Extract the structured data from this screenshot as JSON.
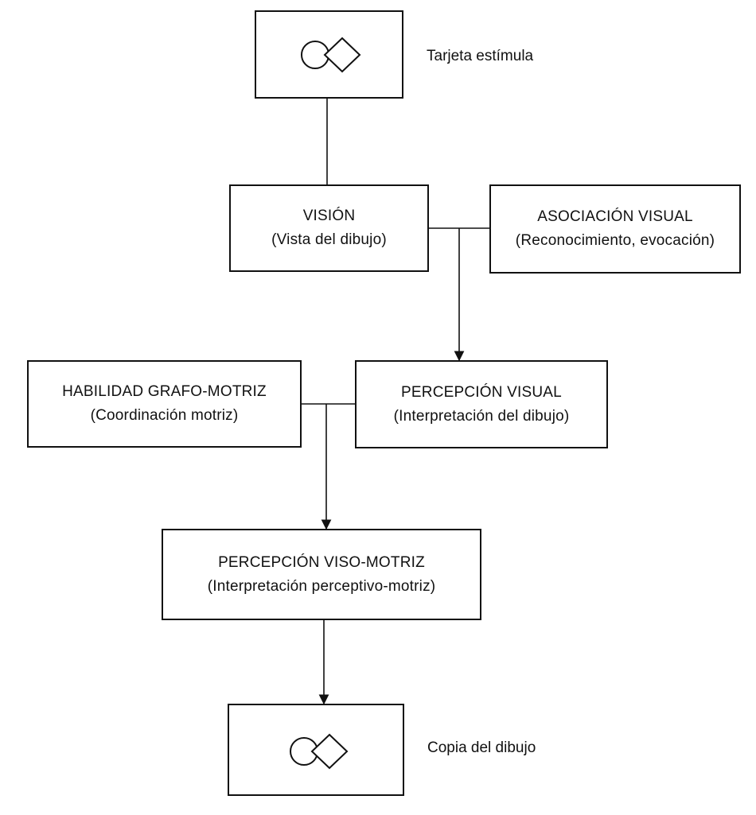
{
  "nodes": {
    "tarjeta": {
      "caption": "Tarjeta estímula"
    },
    "vision": {
      "title": "VISIÓN",
      "subtitle": "(Vista del dibujo)"
    },
    "asociacion": {
      "title": "ASOCIACIÓN VISUAL",
      "subtitle": "(Reconocimiento, evocación)"
    },
    "habilidad": {
      "title": "HABILIDAD GRAFO-MOTRIZ",
      "subtitle": "(Coordinación motriz)"
    },
    "percepcion_visual": {
      "title": "PERCEPCIÓN VISUAL",
      "subtitle": "(Interpretación del dibujo)"
    },
    "viso_motriz": {
      "title": "PERCEPCIÓN VISO-MOTRIZ",
      "subtitle": "(Interpretación perceptivo-motriz)"
    },
    "copia": {
      "caption": "Copia del dibujo"
    }
  },
  "colors": {
    "ink": "#111111",
    "background": "#ffffff"
  }
}
